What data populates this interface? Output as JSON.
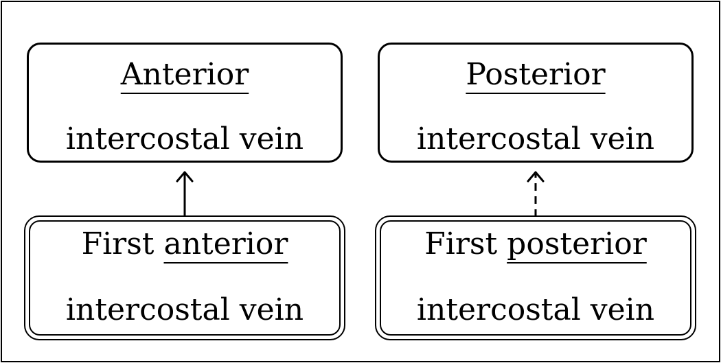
{
  "nodes": {
    "anterior_vein": {
      "title": "Anterior",
      "subtitle": "intercostal vein"
    },
    "posterior_vein": {
      "title": "Posterior",
      "subtitle": "intercostal vein"
    },
    "first_anterior_vein": {
      "prefix": "First",
      "title": "anterior",
      "subtitle": "intercostal vein"
    },
    "first_posterior_vein": {
      "prefix": "First",
      "title": "posterior",
      "subtitle": "intercostal vein"
    }
  },
  "edges": [
    {
      "from": "first_anterior_vein",
      "to": "anterior_vein",
      "style": "solid"
    },
    {
      "from": "first_posterior_vein",
      "to": "posterior_vein",
      "style": "dashed"
    }
  ]
}
